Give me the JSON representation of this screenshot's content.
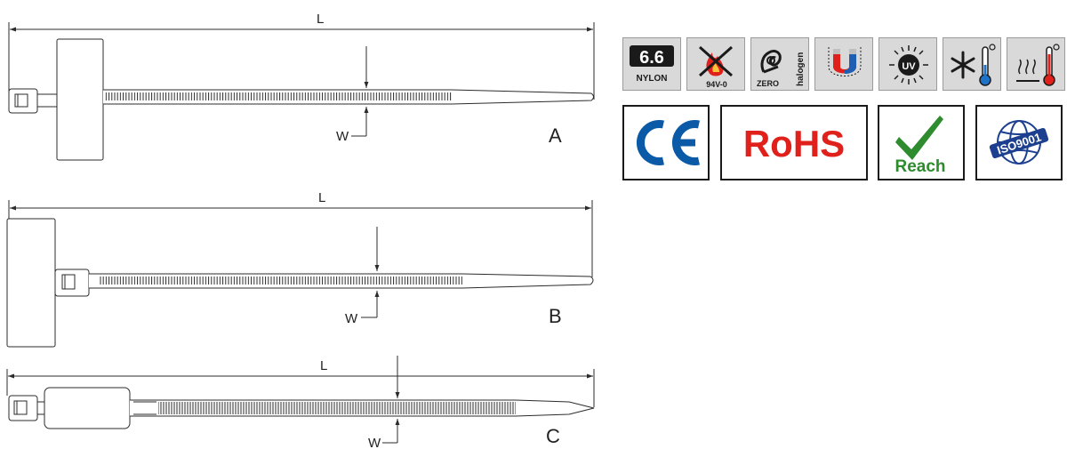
{
  "diagram": {
    "variants": [
      {
        "label": "A",
        "length_label": "L",
        "width_label": "W"
      },
      {
        "label": "B",
        "length_label": "L",
        "width_label": "W"
      },
      {
        "label": "C",
        "length_label": "L",
        "width_label": "W"
      }
    ]
  },
  "badges": [
    {
      "icon": "nylon-icon",
      "title": "6.6",
      "subtitle": "NYLON"
    },
    {
      "icon": "flame-retardant-icon",
      "subtitle": "94V-0"
    },
    {
      "icon": "zero-halogen-icon",
      "line1": "ZERO",
      "line2": "halogen"
    },
    {
      "icon": "magnet-icon"
    },
    {
      "icon": "uv-icon",
      "text": "UV"
    },
    {
      "icon": "cold-temperature-icon"
    },
    {
      "icon": "heat-temperature-icon"
    }
  ],
  "certifications": [
    {
      "icon": "ce-mark-icon",
      "text": "CE",
      "color": "#0a5aa8"
    },
    {
      "icon": "rohs-icon",
      "text": "RoHS",
      "color": "#e0201b"
    },
    {
      "icon": "reach-icon",
      "text": "Reach",
      "color": "#2e8b2e"
    },
    {
      "icon": "iso9001-icon",
      "text": "ISO9001",
      "color": "#1d3f8f"
    }
  ],
  "colors": {
    "line": "#2b2b2b",
    "badge_bg": "#d9d9d9",
    "magnet_red": "#e0201b",
    "magnet_blue": "#1e5fb4"
  }
}
